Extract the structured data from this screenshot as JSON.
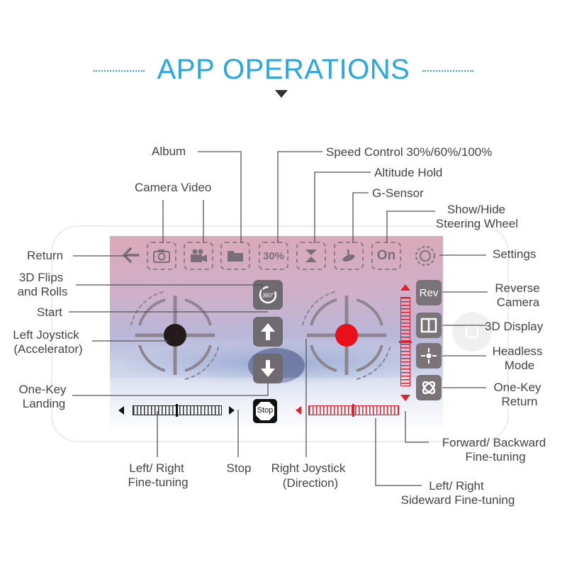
{
  "header": {
    "title": "APP OPERATIONS"
  },
  "toolbar": {
    "speed_value": "30%",
    "wheel_toggle": "On",
    "reverse_label": "Rev",
    "stop_label": "Stop",
    "flip_badge": "360°"
  },
  "labels": {
    "album": "Album",
    "camera_video": "Camera  Video",
    "speed_control": "Speed Control 30%/60%/100%",
    "altitude_hold": "Altitude Hold",
    "g_sensor": "G-Sensor",
    "show_hide_1": "Show/Hide",
    "show_hide_2": "Steering Wheel",
    "return": "Return",
    "settings": "Settings",
    "flips_1": "3D Flips",
    "flips_2": "and Rolls",
    "start": "Start",
    "left_joy_1": "Left Joystick",
    "left_joy_2": "(Accelerator)",
    "landing_1": "One-Key",
    "landing_2": "Landing",
    "reverse_cam_1": "Reverse",
    "reverse_cam_2": "Camera",
    "display_3d": "3D Display",
    "headless_1": "Headless",
    "headless_2": "Mode",
    "onekey_return_1": "One-Key",
    "onekey_return_2": "Return",
    "fb_tune_1": "Forward/ Backward",
    "fb_tune_2": "Fine-tuning",
    "lr_tune_1": "Left/ Right",
    "lr_tune_2": "Fine-tuning",
    "stop": "Stop",
    "right_joy_1": "Right Joystick",
    "right_joy_2": "(Direction)",
    "side_tune_1": "Left/ Right",
    "side_tune_2": "Sideward Fine-tuning"
  },
  "colors": {
    "title": "#29a7e1",
    "left_joystick": "#231a1c",
    "right_joystick": "#e8101a",
    "trim_red": "#e0202a"
  }
}
